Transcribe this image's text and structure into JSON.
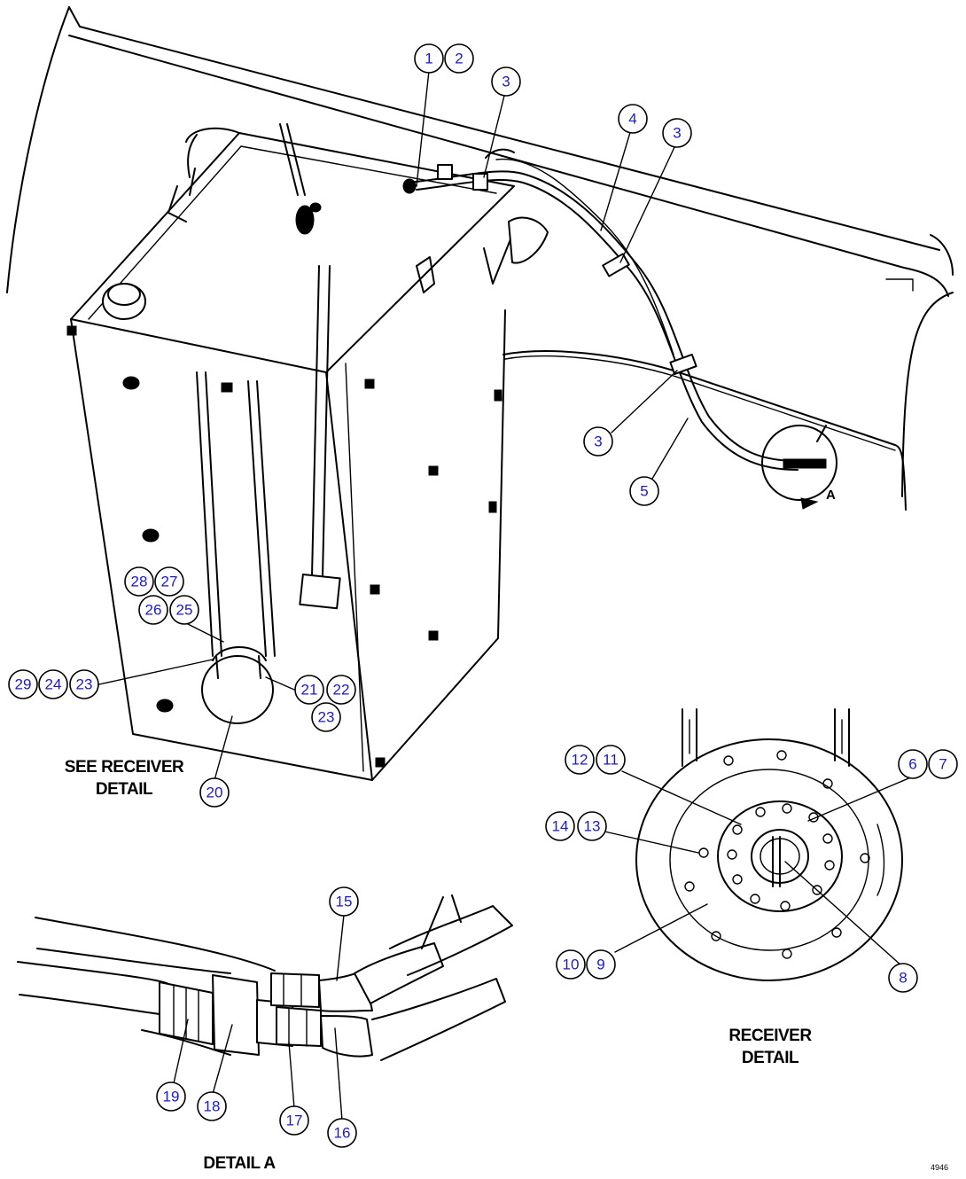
{
  "captions": {
    "see_receiver_detail_line1": "SEE RECEIVER",
    "see_receiver_detail_line2": "DETAIL",
    "receiver_detail_line1": "RECEIVER",
    "receiver_detail_line2": "DETAIL",
    "detail_a": "DETAIL A",
    "view_arrow_label": "A",
    "figure_code": "4946"
  },
  "callouts": [
    "1",
    "2",
    "3",
    "4",
    "3",
    "3",
    "5",
    "28",
    "27",
    "26",
    "25",
    "29",
    "24",
    "23",
    "21",
    "22",
    "23",
    "20",
    "12",
    "11",
    "6",
    "7",
    "14",
    "13",
    "10",
    "9",
    "8",
    "15",
    "16",
    "17",
    "18",
    "19"
  ],
  "colors": {
    "callout_number": "#1a1ad0",
    "line_art": "#000000",
    "background": "#ffffff"
  }
}
